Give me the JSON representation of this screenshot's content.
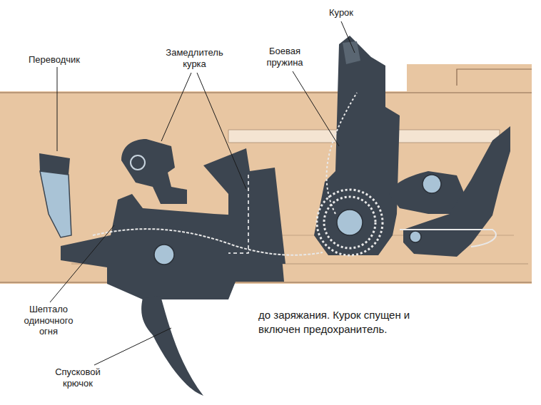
{
  "diagram": {
    "caption": "до заряжания. Курок спущен и включен предохранитель.",
    "labels": [
      "Курок",
      "Переводчик",
      "Замедлитель курка",
      "Боевая пружина",
      "Шептало одиночного огня",
      "Спусковой крючок"
    ]
  }
}
